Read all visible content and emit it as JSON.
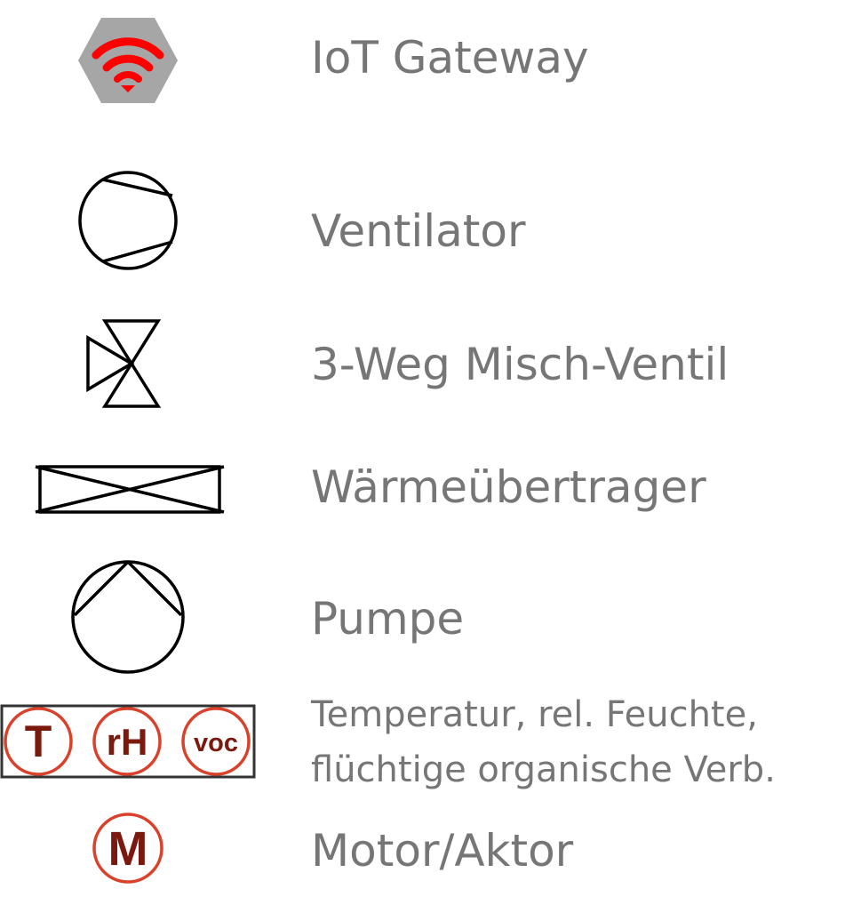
{
  "legend": {
    "items": [
      {
        "id": "iot-gateway",
        "label": "IoT Gateway",
        "icon": "iot-gateway-icon"
      },
      {
        "id": "ventilator",
        "label": "Ventilator",
        "icon": "fan-icon"
      },
      {
        "id": "mixing-valve",
        "label": "3-Weg Misch-Ventil",
        "icon": "three-way-valve-icon"
      },
      {
        "id": "heat-exchanger",
        "label": "Wärmeübertrager",
        "icon": "heat-exchanger-icon"
      },
      {
        "id": "pump",
        "label": "Pumpe",
        "icon": "pump-icon"
      },
      {
        "id": "sensors",
        "label_lines": [
          "Temperatur, rel. Feuchte,",
          "flüchtige organische Verb."
        ],
        "icon": "sensor-group-icon",
        "sensor_letters": [
          "T",
          "rH",
          "voc"
        ]
      },
      {
        "id": "motor",
        "label": "Motor/Aktor",
        "icon": "motor-actuator-icon",
        "symbol_letter": "M"
      }
    ]
  },
  "colors": {
    "label_text": "#767676",
    "gateway_hexagon": "#a6a6a6",
    "wifi_signal": "#ff0000",
    "sensor_ring": "#d9412b",
    "sensor_text": "#7a1a0e",
    "stroke": "#000000"
  }
}
